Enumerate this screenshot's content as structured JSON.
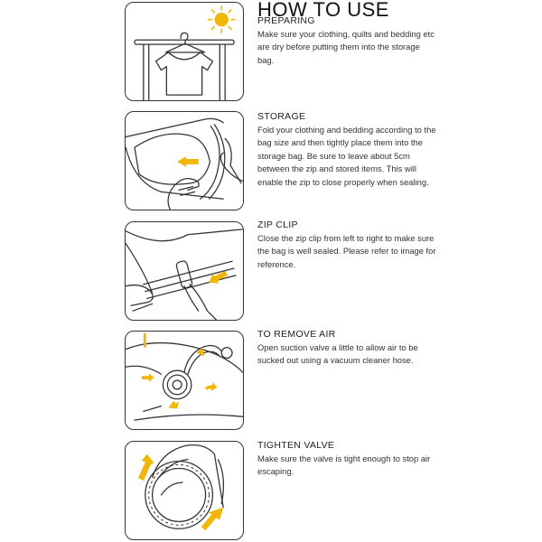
{
  "header": {
    "title": "HOW TO USE"
  },
  "colors": {
    "accent": "#F2B705",
    "line": "#333333"
  },
  "steps": [
    {
      "title": "PREPARING",
      "text": "Make sure your clothing, quilts and bedding etc are dry before putting them into the storage bag.",
      "icon": "sun-hanger-shirt-icon"
    },
    {
      "title": "STORAGE",
      "text": "Fold your clothing and bedding according to the bag size and then tightly place them into the storage bag.  Be sure to leave about 5cm between the zip and stored items. This will enable the zip to close properly when sealing.",
      "icon": "folding-into-bag-icon"
    },
    {
      "title": "ZIP CLIP",
      "text": "Close the zip clip from left to right to make sure the bag is well sealed. Please refer to image for reference.",
      "icon": "zip-clip-icon"
    },
    {
      "title": "TO REMOVE AIR",
      "text": "Open suction valve a little to allow air to be sucked out using a vacuum cleaner hose.",
      "icon": "vacuum-hose-valve-icon"
    },
    {
      "title": "TIGHTEN VALVE",
      "text": "Make sure the valve is tight enough to stop air escaping.",
      "icon": "tighten-valve-icon"
    }
  ]
}
